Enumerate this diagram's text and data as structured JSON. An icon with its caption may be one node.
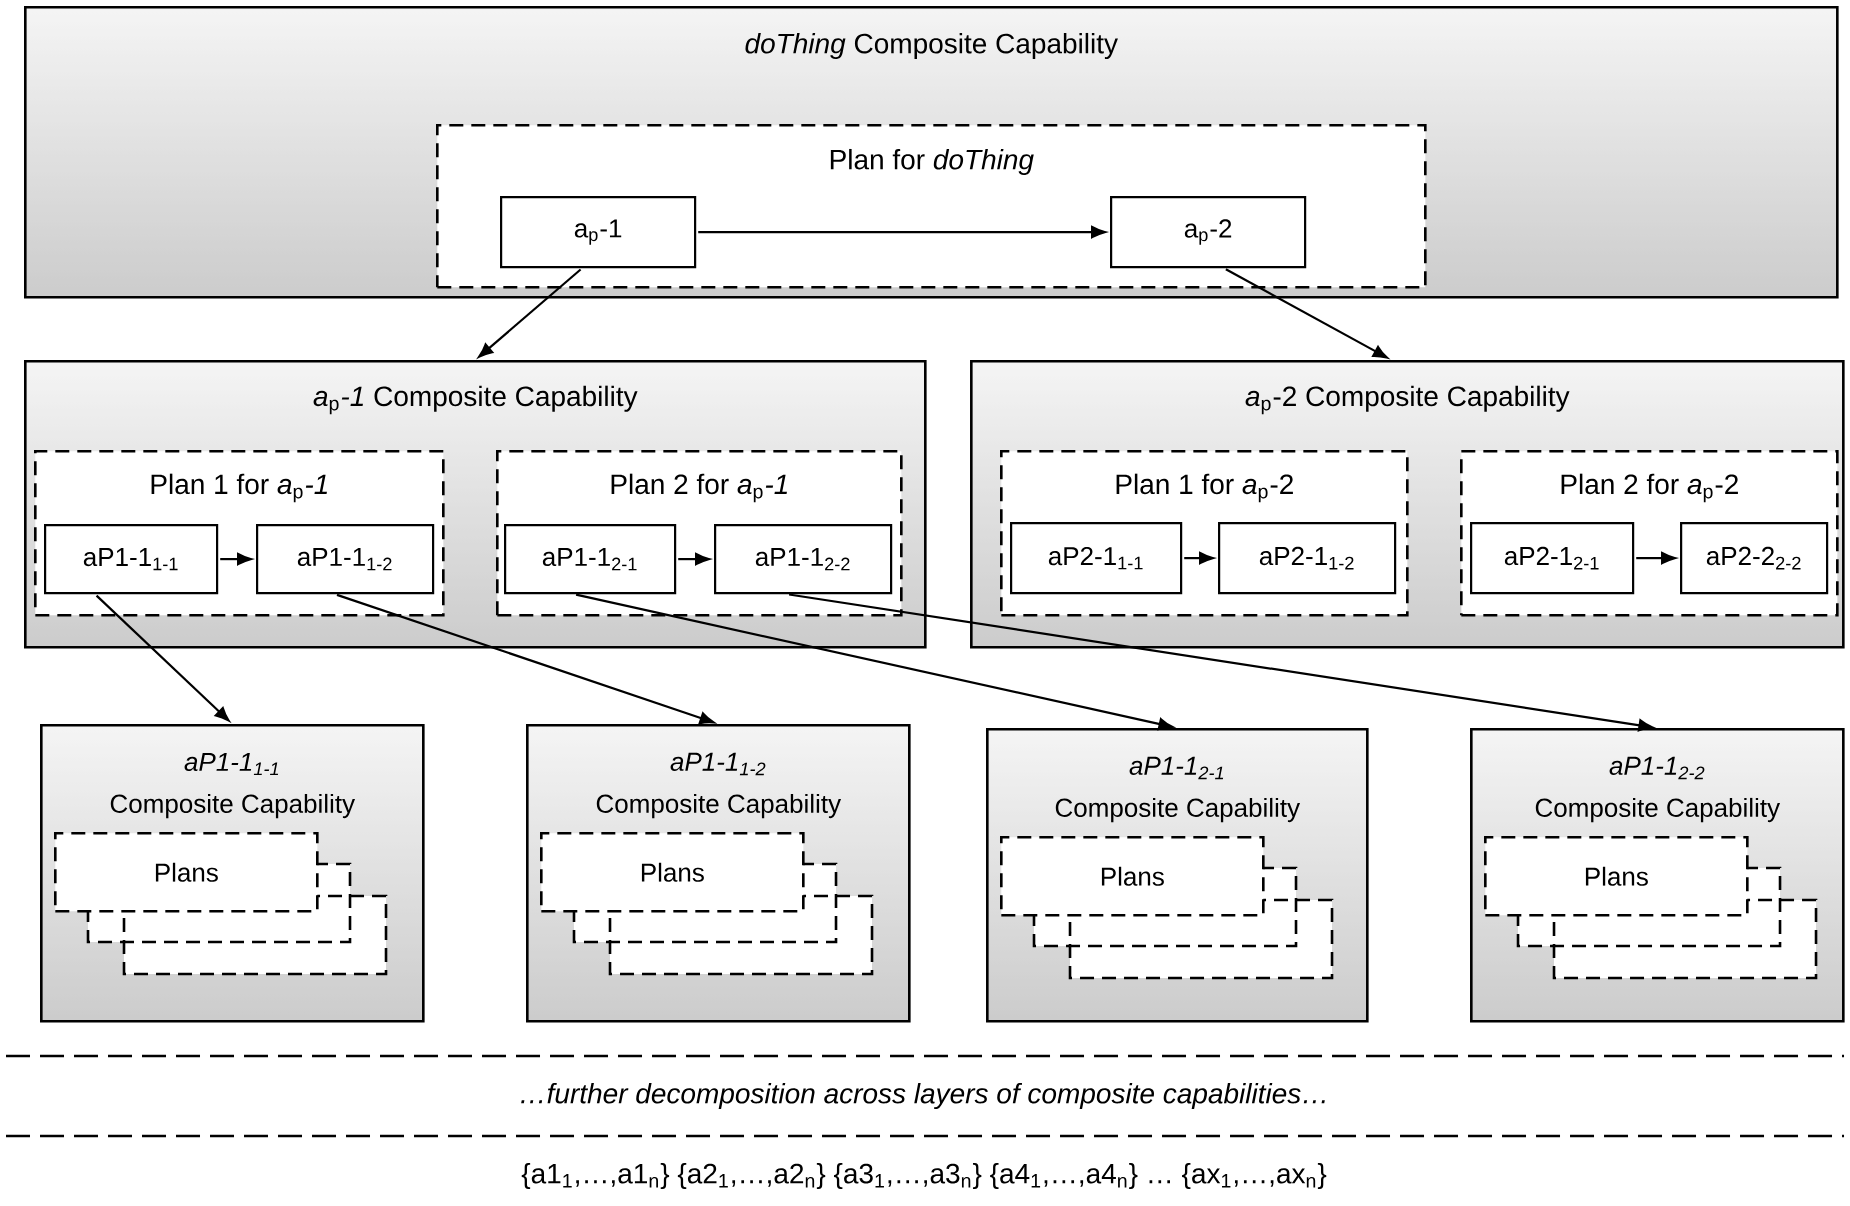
{
  "diagram": {
    "nodes": [
      {
        "text": [
          "*doThing* Composite Capability"
        ]
      },
      {
        "text": [
          "Plan for *doThing*"
        ],
        "in": 0
      },
      {
        "text": [
          "a$_{p}$-1"
        ],
        "in": 1
      },
      {
        "text": [
          "a$_{p}$-2"
        ],
        "in": 1
      },
      {
        "text": [
          "*a*$_{p}$*-1* Composite Capability"
        ]
      },
      {
        "text": [
          "Plan 1 for *a*$_{p}$*-1*"
        ],
        "in": 4
      },
      {
        "text": [
          "aP1-1$_{1-1}$"
        ],
        "in": 5
      },
      {
        "text": [
          "aP1-1$_{1-2}$"
        ],
        "in": 5
      },
      {
        "text": [
          "Plan 2 for *a*$_{p}$*-1*"
        ],
        "in": 4
      },
      {
        "text": [
          "aP1-1$_{2-1}$"
        ],
        "in": 8
      },
      {
        "text": [
          "aP1-1$_{2-2}$"
        ],
        "in": 8
      },
      {
        "text": [
          "*a*$_{p}$-2 Composite Capability"
        ]
      },
      {
        "text": [
          "Plan 1 for *a*$_{p}$-2"
        ],
        "in": 11
      },
      {
        "text": [
          "aP2-1$_{1-1}$"
        ],
        "in": 12
      },
      {
        "text": [
          "aP2-1$_{1-2}$"
        ],
        "in": 12
      },
      {
        "text": [
          "Plan 2 for *a*$_{p}$-2"
        ],
        "in": 11
      },
      {
        "text": [
          "aP2-1$_{2-1}$"
        ],
        "in": 15
      },
      {
        "text": [
          "aP2-2$_{2-2}$"
        ],
        "in": 15
      },
      {
        "text": [
          "aP1-1$_{1-1}$",
          "Composite Capability"
        ]
      },
      {
        "text": [
          "Plans"
        ],
        "in": 18
      },
      {
        "text": [
          "aP1-1$_{1-2}$",
          "Composite Capability"
        ]
      },
      {
        "text": [
          "Plans"
        ],
        "in": 20
      },
      {
        "text": [
          "aP1-1$_{2-1}$",
          "Composite Capability"
        ]
      },
      {
        "text": [
          "Plans"
        ],
        "in": 22
      },
      {
        "text": [
          "aP1-1$_{2-2}$",
          "Composite Capability"
        ]
      },
      {
        "text": [
          "Plans"
        ],
        "in": 24
      }
    ],
    "edges": [
      {
        "from": 2,
        "to": 3,
        "arrow": "to"
      },
      {
        "from": 2,
        "to": 4,
        "arrow": "to"
      },
      {
        "from": 3,
        "to": 11,
        "arrow": "to"
      },
      {
        "from": 6,
        "to": 7,
        "arrow": "to"
      },
      {
        "from": 9,
        "to": 10,
        "arrow": "to"
      },
      {
        "from": 13,
        "to": 14,
        "arrow": "to"
      },
      {
        "from": 16,
        "to": 17,
        "arrow": "to"
      },
      {
        "from": 6,
        "to": 18,
        "arrow": "to"
      },
      {
        "from": 7,
        "to": 20,
        "arrow": "to"
      },
      {
        "from": 9,
        "to": 22,
        "arrow": "to"
      },
      {
        "from": 10,
        "to": 24,
        "arrow": "to"
      }
    ],
    "labels": [
      "…further decomposition across layers of composite capabilities…",
      "{a1$_{1}$,…,a1$_{n}$}",
      "{a2$_{1}$,…,a2$_{n}$}",
      "{a3$_{1}$,…,a3$_{n}$}",
      "{a4$_{1}$,…,a4$_{n}$}",
      "…",
      "{ax$_{1}$,…,ax$_{n}$}"
    ]
  }
}
